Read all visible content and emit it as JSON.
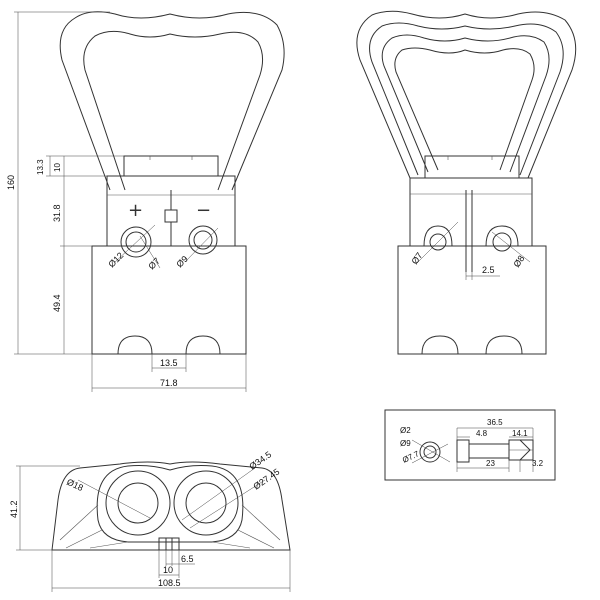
{
  "front_view": {
    "height_total": "160",
    "dim_13_3": "13.3",
    "dim_10": "10",
    "dim_31_8": "31.8",
    "dim_49_4": "49.4",
    "dim_13_5": "13.5",
    "dim_71_8": "71.8",
    "dia_12": "Ø12",
    "dia_7": "Ø7",
    "dia_9": "Ø9",
    "plus_symbol": "+",
    "minus_symbol": "−"
  },
  "side_view": {
    "dia_7": "Ø7",
    "dia_8": "Ø8",
    "dim_2_5": "2.5"
  },
  "bottom_view": {
    "dim_41_2": "41.2",
    "dia_18": "Ø18",
    "dia_34_5": "Ø34.5",
    "dia_27_45": "Ø27.45",
    "dim_6_5": "6.5",
    "dim_10": "10",
    "dim_108_5": "108.5"
  },
  "contact_detail": {
    "dia_2": "Ø2",
    "dia_9": "Ø9",
    "dia_7_7": "Ø7.7",
    "dim_36_5": "36.5",
    "dim_4_8": "4.8",
    "dim_14_1": "14.1",
    "dim_23": "23",
    "dim_3_2": "3.2"
  }
}
